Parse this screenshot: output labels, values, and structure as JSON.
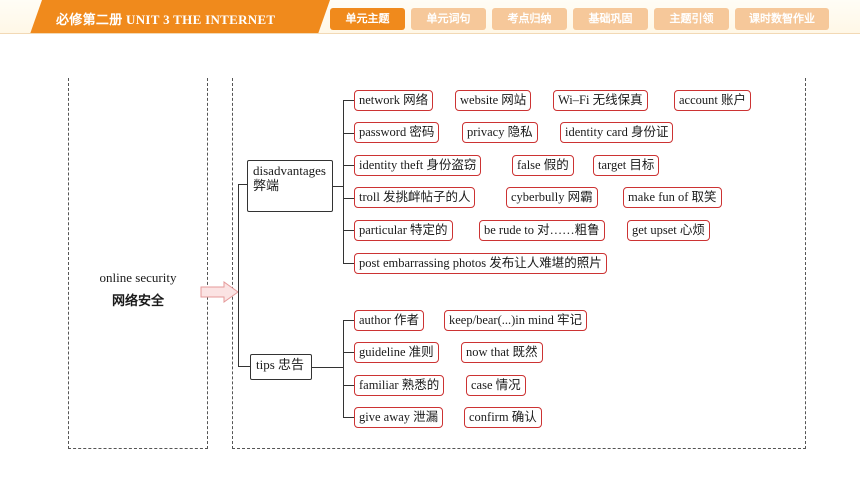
{
  "header": {
    "title": "必修第二册 UNIT 3 THE INTERNET",
    "tabs": [
      "单元主题",
      "单元词句",
      "考点归纳",
      "基础巩固",
      "主题引领",
      "课时数智作业"
    ],
    "active_tab": "单元主题",
    "accent": "#f08a1c"
  },
  "topic": {
    "en": "online security",
    "zh": "网络安全"
  },
  "branches": {
    "disadvantages": {
      "label_en": "disadvantages",
      "label_zh": "弊端",
      "rows": [
        [
          "network 网络",
          "website 网站",
          "Wi–Fi 无线保真",
          "account 账户"
        ],
        [
          "password 密码",
          "privacy 隐私",
          "identity card 身份证"
        ],
        [
          "identity theft 身份盗窃",
          "false 假的",
          "target 目标"
        ],
        [
          "troll 发挑衅帖子的人",
          "cyberbully 网霸",
          "make fun of 取笑"
        ],
        [
          "particular 特定的",
          "be rude to 对……粗鲁",
          "get upset 心烦"
        ],
        [
          "post embarrassing photos 发布让人难堪的照片"
        ]
      ]
    },
    "tips": {
      "label": "tips 忠告",
      "rows": [
        [
          "author 作者",
          "keep/bear(...)in mind 牢记"
        ],
        [
          "guideline 准则",
          "now that 既然"
        ],
        [
          "familiar 熟悉的",
          "case 情况"
        ],
        [
          "give away 泄漏",
          "confirm 确认"
        ]
      ]
    }
  },
  "colors": {
    "term_border": "#c33333",
    "tab_inactive": "#f6c89a"
  }
}
